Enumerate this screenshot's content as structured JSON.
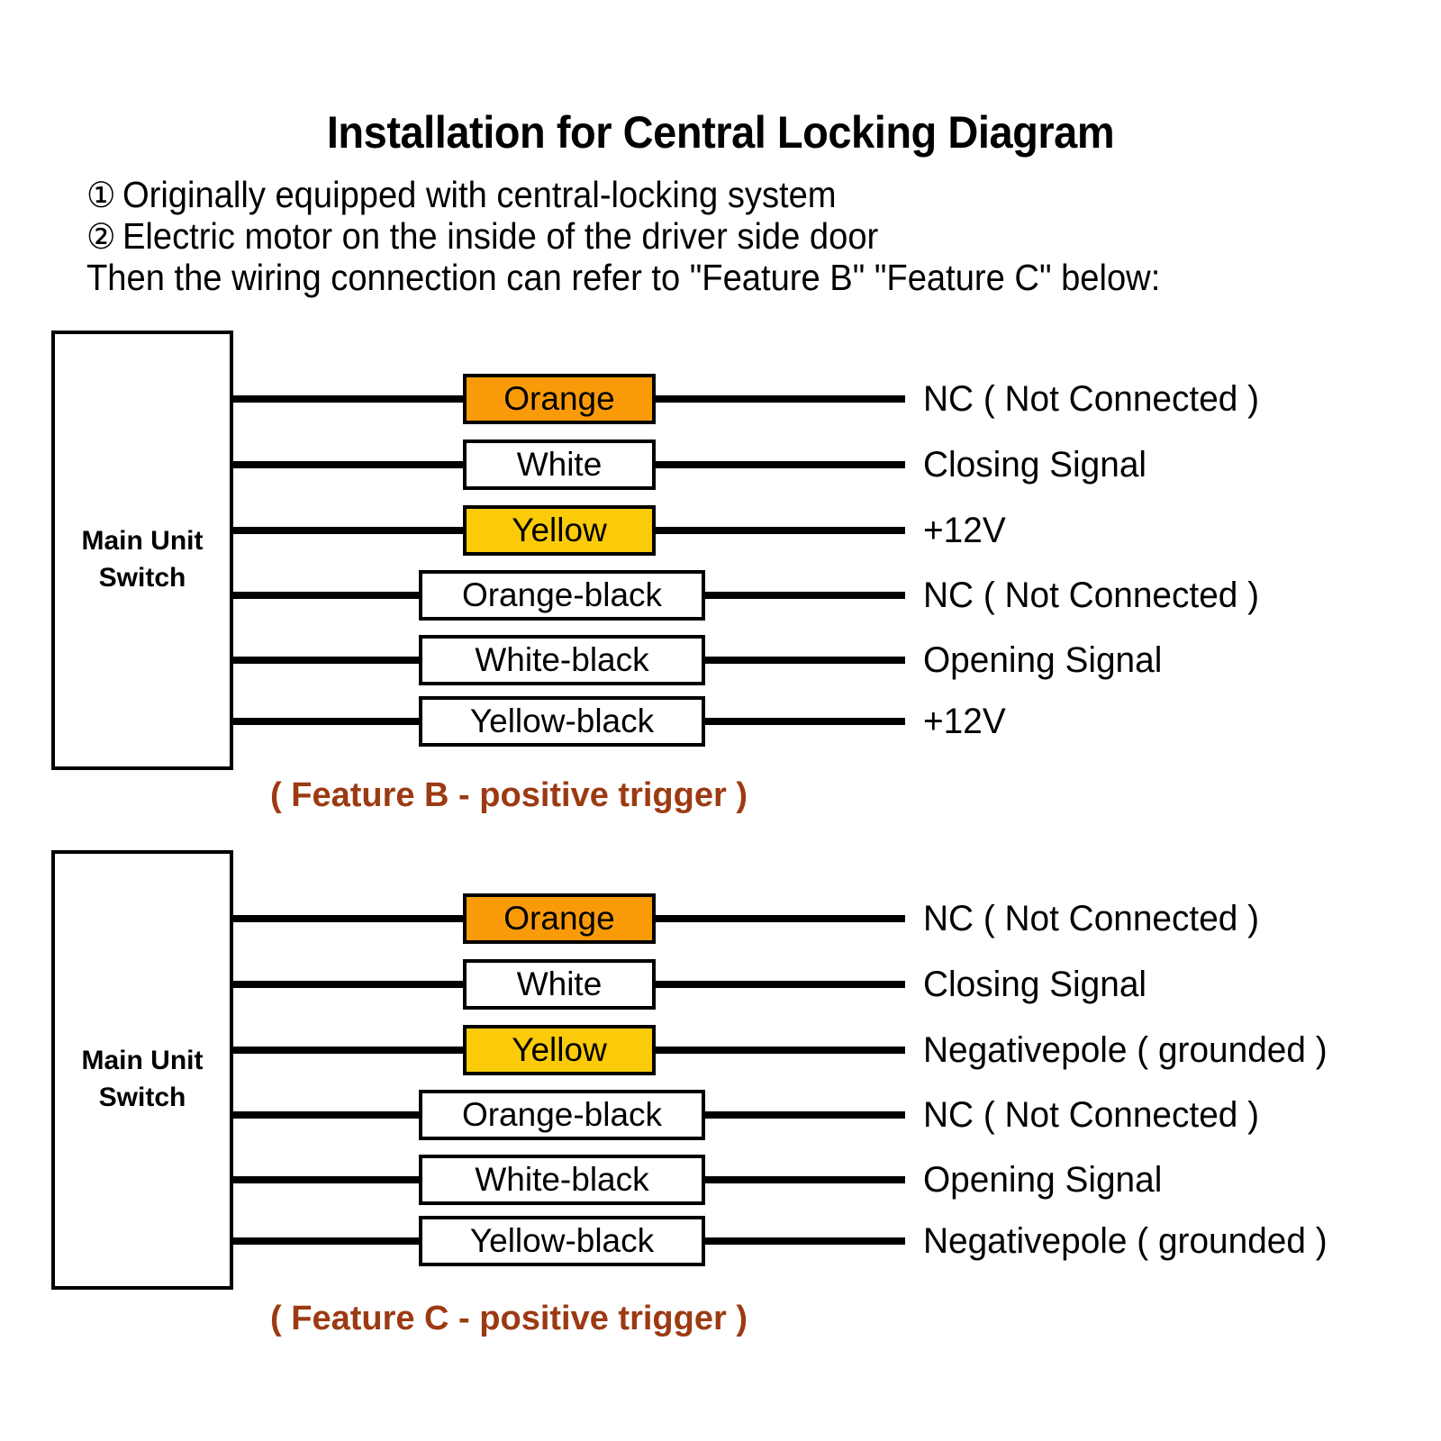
{
  "header": {
    "title": "Installation for Central Locking Diagram",
    "lines": [
      {
        "marker": "①",
        "text": "Originally equipped with central-locking system"
      },
      {
        "marker": "②",
        "text": "Electric motor on the inside of the driver side door"
      },
      {
        "marker": "",
        "text": "Then the wiring connection can refer to \"Feature B\" \"Feature C\" below:"
      }
    ]
  },
  "colors": {
    "orange": "#F99B09",
    "yellow": "#FBCB09",
    "white": "#FFFFFF",
    "line": "#000000",
    "caption": "#9C3A12"
  },
  "blocks": [
    {
      "id": "feature-b",
      "unit_label_line1": "Main Unit",
      "unit_label_line2": "Switch",
      "caption": "( Feature B - positive trigger )",
      "wires": [
        {
          "wire": "Orange",
          "signal": "NC ( Not Connected )",
          "swatch": "orange",
          "wide": false
        },
        {
          "wire": "White",
          "signal": "Closing Signal",
          "swatch": "white",
          "wide": false
        },
        {
          "wire": "Yellow",
          "signal": "+12V",
          "swatch": "yellow",
          "wide": false
        },
        {
          "wire": "Orange-black",
          "signal": "NC ( Not Connected )",
          "swatch": "white",
          "wide": true
        },
        {
          "wire": "White-black",
          "signal": "Opening Signal",
          "swatch": "white",
          "wide": true
        },
        {
          "wire": "Yellow-black",
          "signal": "+12V",
          "swatch": "white",
          "wide": true
        }
      ]
    },
    {
      "id": "feature-c",
      "unit_label_line1": "Main Unit",
      "unit_label_line2": "Switch",
      "caption": "( Feature C - positive trigger )",
      "wires": [
        {
          "wire": "Orange",
          "signal": "NC ( Not Connected )",
          "swatch": "orange",
          "wide": false
        },
        {
          "wire": "White",
          "signal": "Closing Signal",
          "swatch": "white",
          "wide": false
        },
        {
          "wire": "Yellow",
          "signal": "Negativepole ( grounded )",
          "swatch": "yellow",
          "wide": false
        },
        {
          "wire": "Orange-black",
          "signal": "NC ( Not Connected )",
          "swatch": "white",
          "wide": true
        },
        {
          "wire": "White-black",
          "signal": "Opening Signal",
          "swatch": "white",
          "wide": true
        },
        {
          "wire": "Yellow-black",
          "signal": "Negativepole ( grounded )",
          "swatch": "white",
          "wide": true
        }
      ]
    }
  ]
}
